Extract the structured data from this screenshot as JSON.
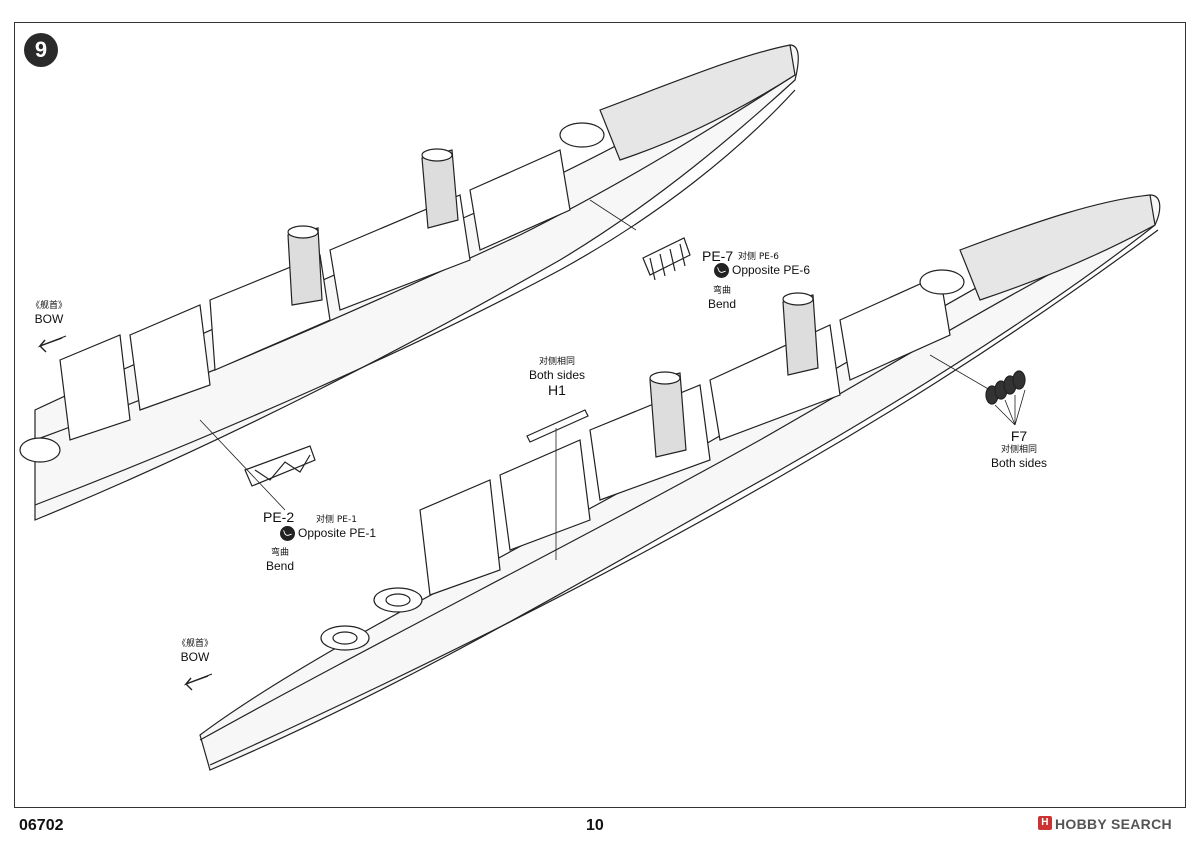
{
  "step": "9",
  "labels": {
    "bow_top_cn": "《舰首》",
    "bow_top": "BOW",
    "bow_bottom_cn": "《舰首》",
    "bow_bottom": "BOW",
    "pe7": "PE-7",
    "pe7_opp_cn": "对侧 PE-6",
    "pe7_opp": "Opposite PE-6",
    "pe7_bend_cn": "弯曲",
    "pe7_bend": "Bend",
    "pe2": "PE-2",
    "pe2_opp_cn": "对侧 PE-1",
    "pe2_opp": "Opposite PE-1",
    "pe2_bend_cn": "弯曲",
    "pe2_bend": "Bend",
    "h1_cn": "对侧相同",
    "h1_both": "Both sides",
    "h1": "H1",
    "f7": "F7",
    "f7_cn": "对侧相同",
    "f7_both": "Both sides"
  },
  "footer": {
    "code": "06702",
    "page": "10",
    "watermark": "HOBBY SEARCH",
    "watermark_mark": "H"
  }
}
